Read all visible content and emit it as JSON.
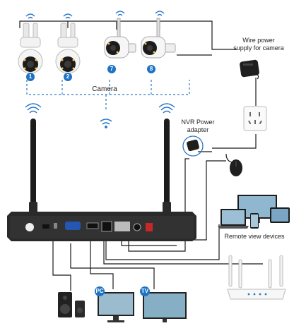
{
  "title": "",
  "labels": {
    "camera": "Camera",
    "wire_power": "Wire power\nsupply for camera",
    "nvr_power": "NVR Power\nadapter",
    "remote_view": "Remote view devices",
    "pc_badge": "PC",
    "tv_badge": "TV"
  },
  "camera_badges": [
    "1",
    "2",
    "7",
    "8"
  ],
  "colors": {
    "badge": "#1f73c4",
    "line": "#1a1a1a",
    "dash": "#2b77c9",
    "nvr": "#2a2a2a"
  },
  "icons": [
    "wifi-icon",
    "power-adapter-icon",
    "wall-socket-icon",
    "mouse-icon",
    "router-icon",
    "speaker-icon",
    "monitor-icon",
    "tv-icon",
    "laptop-icon",
    "tablet-icon",
    "phone-icon"
  ]
}
